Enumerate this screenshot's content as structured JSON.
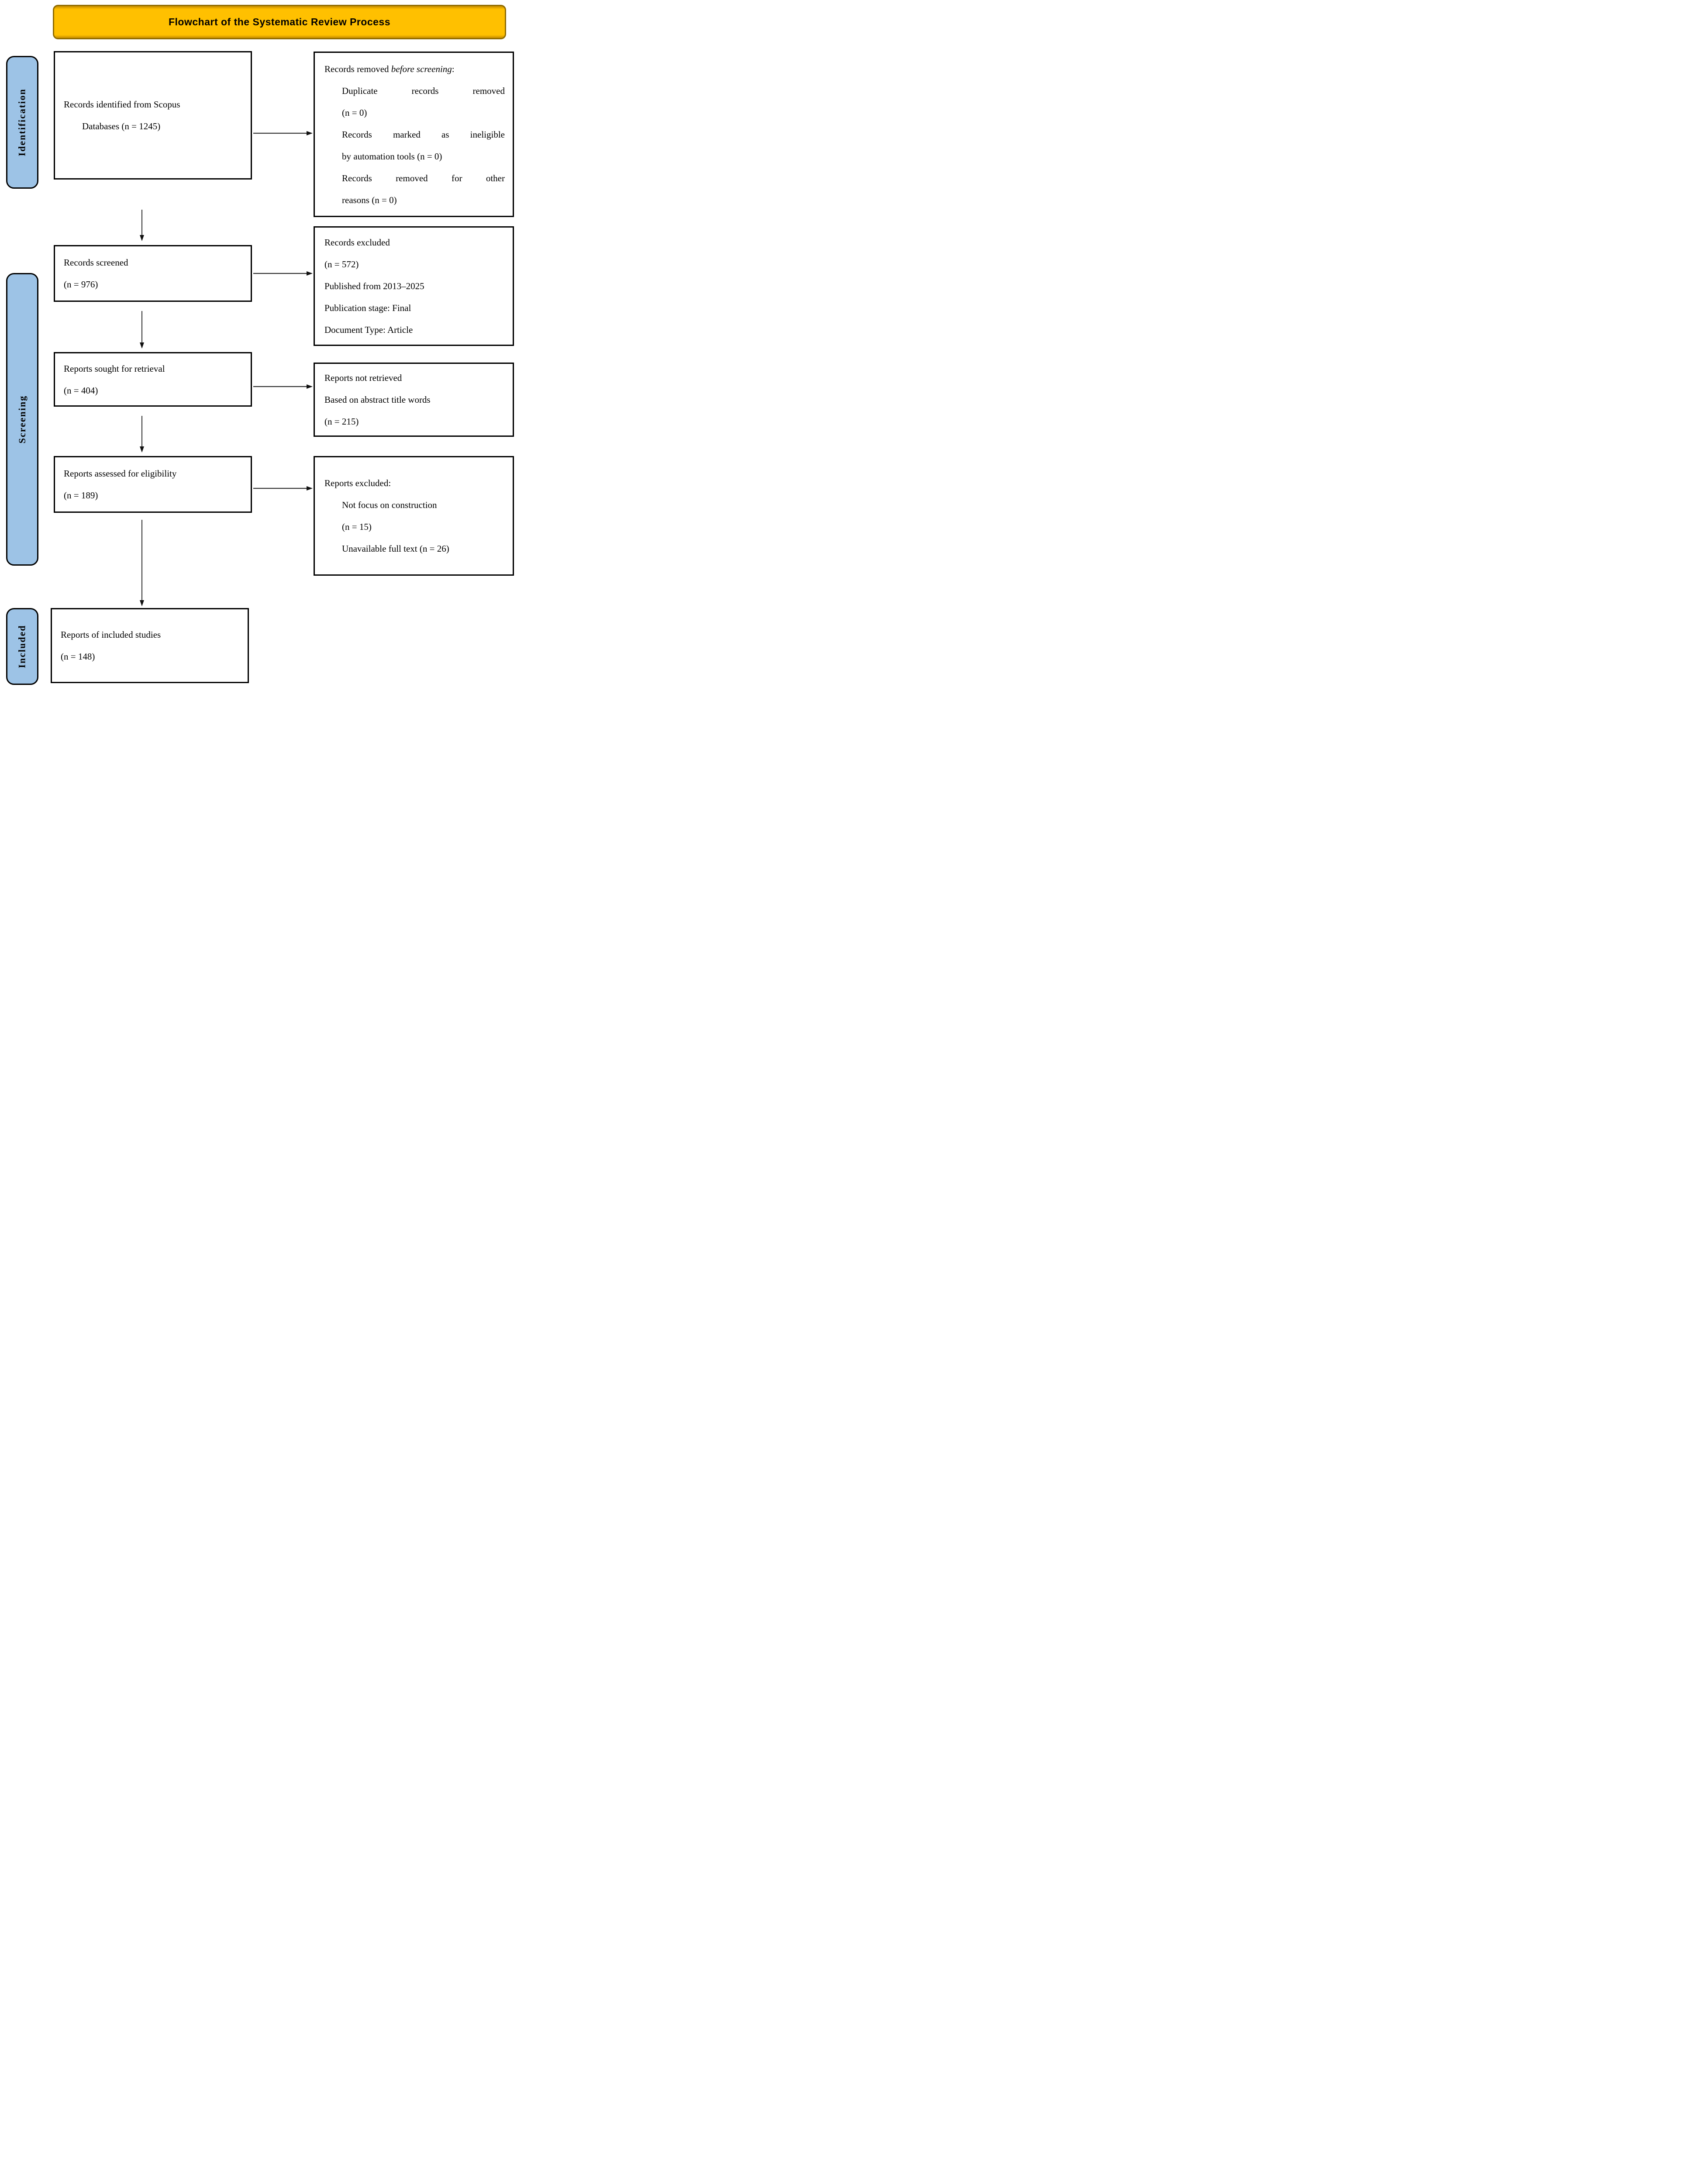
{
  "title": "Flowchart of the Systematic Review Process",
  "colors": {
    "banner_fill": "#FFC000",
    "banner_border": "#8F6B00",
    "stage_fill": "#9DC3E6",
    "box_border": "#000000",
    "arrow_color": "#333333"
  },
  "stages": [
    {
      "label": "Identification"
    },
    {
      "label": "Screening"
    },
    {
      "label": "Included"
    }
  ],
  "flow_boxes": [
    {
      "lines": [
        "Records identified from Scopus",
        "Databases (n = 1245)"
      ]
    },
    {
      "lines": [
        "Records screened",
        "(n = 976)"
      ]
    },
    {
      "lines": [
        "Reports sought for retrieval",
        "(n = 404)"
      ]
    },
    {
      "lines": [
        "Reports assessed for eligibility",
        "(n = 189)"
      ]
    },
    {
      "lines": [
        "Reports of included studies",
        "(n = 148)"
      ]
    }
  ],
  "side_boxes": [
    {
      "heading_prefix": "Records removed ",
      "heading_italic": "before screening",
      "heading_suffix": ":",
      "items": [
        [
          "Duplicate records removed",
          "(n = 0)"
        ],
        [
          "Records marked as ineligible",
          "by automation tools (n = 0)"
        ],
        [
          "Records removed for other",
          "reasons (n = 0)"
        ]
      ]
    },
    {
      "lines": [
        "Records excluded",
        "(n = 572)",
        "Published from 2013–2025",
        "Publication stage: Final",
        "Document Type: Article"
      ]
    },
    {
      "lines": [
        "Reports not retrieved",
        "Based on abstract title words",
        "(n = 215)"
      ]
    },
    {
      "heading": "Reports excluded:",
      "items": [
        [
          "Not focus on construction",
          "(n = 15)"
        ],
        [
          "Unavailable full text (n = 26)"
        ]
      ]
    }
  ]
}
